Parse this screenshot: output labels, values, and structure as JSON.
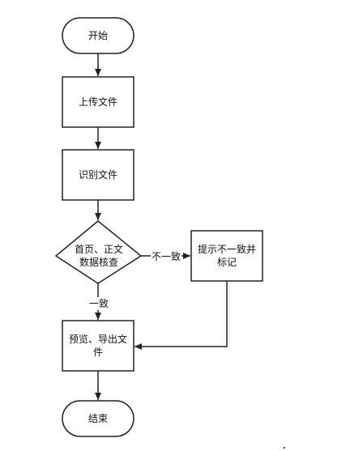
{
  "diagram": {
    "nodes": {
      "start": {
        "label": "开始"
      },
      "upload": {
        "label": "上传文件"
      },
      "identify": {
        "label": "识别文件"
      },
      "check": {
        "label": "首页、正文数据核查"
      },
      "prompt": {
        "label": "提示不一致并标记"
      },
      "preview": {
        "label": "预览、导出文件"
      },
      "end": {
        "label": "结束"
      }
    },
    "edges": {
      "mismatch": {
        "label": "不一致"
      },
      "match": {
        "label": "一致"
      }
    },
    "colors": {
      "stroke": "#222222",
      "fill": "#ffffff",
      "text": "#111111"
    }
  }
}
